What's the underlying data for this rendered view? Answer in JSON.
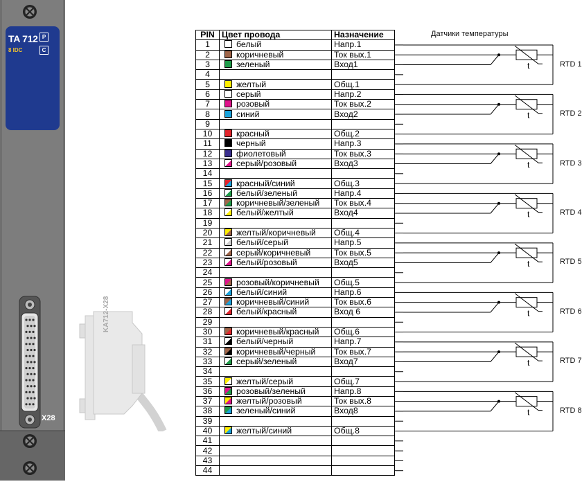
{
  "module": {
    "name": "TA 712",
    "subtitle": "8 IDC",
    "badge_top": "P",
    "badge_bottom": "C",
    "connector_label": "X28"
  },
  "cable_label": "KA712-X28",
  "table": {
    "headers": [
      "PIN",
      "Цвет провода",
      "Назначение"
    ],
    "rows": [
      {
        "pin": "1",
        "color": "белый",
        "func": "Напр.1",
        "swatch": [
          "#ffffff"
        ]
      },
      {
        "pin": "2",
        "color": "коричневый",
        "func": "Ток вых.1",
        "swatch": [
          "#a0664a"
        ]
      },
      {
        "pin": "3",
        "color": "зеленый",
        "func": "Вход1",
        "swatch": [
          "#1f9c4a"
        ]
      },
      {
        "pin": "4",
        "color": "",
        "func": "",
        "swatch": []
      },
      {
        "pin": "5",
        "color": "желтый",
        "func": "Общ.1",
        "swatch": [
          "#ffee00"
        ]
      },
      {
        "pin": "6",
        "color": "серый",
        "func": "Напр.2",
        "swatch": [
          "#ffffff"
        ]
      },
      {
        "pin": "7",
        "color": "розовый",
        "func": "Ток вых.2",
        "swatch": [
          "#e0138c"
        ]
      },
      {
        "pin": "8",
        "color": "синий",
        "func": "Вход2",
        "swatch": [
          "#1aa3dc"
        ]
      },
      {
        "pin": "9",
        "color": "",
        "func": "",
        "swatch": []
      },
      {
        "pin": "10",
        "color": "красный",
        "func": "Общ.2",
        "swatch": [
          "#e3242b"
        ]
      },
      {
        "pin": "11",
        "color": "черный",
        "func": "Напр.3",
        "swatch": [
          "#000000"
        ]
      },
      {
        "pin": "12",
        "color": "фиолетовый",
        "func": "Ток вых.3",
        "swatch": [
          "#3a2f8f"
        ]
      },
      {
        "pin": "13",
        "color": "серый/розовый",
        "func": "Вход3",
        "swatch": [
          "#ffffff",
          "#e0138c"
        ]
      },
      {
        "pin": "14",
        "color": "",
        "func": "",
        "swatch": []
      },
      {
        "pin": "15",
        "color": "красный/синий",
        "func": "Общ.3",
        "swatch": [
          "#e3242b",
          "#1aa3dc"
        ]
      },
      {
        "pin": "16",
        "color": "белый/зеленый",
        "func": "Напр.4",
        "swatch": [
          "#ffffff",
          "#1f9c4a"
        ]
      },
      {
        "pin": "17",
        "color": "коричневый/зеленый",
        "func": "Ток вых.4",
        "swatch": [
          "#a0664a",
          "#1f9c4a"
        ]
      },
      {
        "pin": "18",
        "color": "белый/желтый",
        "func": "Вход4",
        "swatch": [
          "#ffffff",
          "#ffee00"
        ]
      },
      {
        "pin": "19",
        "color": "",
        "func": "",
        "swatch": []
      },
      {
        "pin": "20",
        "color": "желтый/коричневый",
        "func": "Общ.4",
        "swatch": [
          "#ffee00",
          "#a0664a"
        ]
      },
      {
        "pin": "21",
        "color": "белый/серый",
        "func": "Напр.5",
        "swatch": [
          "#ffffff",
          "#cccccc"
        ]
      },
      {
        "pin": "22",
        "color": "серый/коричневый",
        "func": "Ток вых.5",
        "swatch": [
          "#ffffff",
          "#a0664a"
        ]
      },
      {
        "pin": "23",
        "color": "белый/розовый",
        "func": "Вход5",
        "swatch": [
          "#ffffff",
          "#e0138c"
        ]
      },
      {
        "pin": "24",
        "color": "",
        "func": "",
        "swatch": []
      },
      {
        "pin": "25",
        "color": "розовый/коричневый",
        "func": "Общ.5",
        "swatch": [
          "#e0138c",
          "#a0664a"
        ]
      },
      {
        "pin": "26",
        "color": "белый/синий",
        "func": "Напр.6",
        "swatch": [
          "#ffffff",
          "#1aa3dc"
        ]
      },
      {
        "pin": "27",
        "color": "коричневый/синий",
        "func": "Ток вых.6",
        "swatch": [
          "#a0664a",
          "#1aa3dc"
        ]
      },
      {
        "pin": "28",
        "color": "белый/красный",
        "func": "Вход 6",
        "swatch": [
          "#ffffff",
          "#e3242b"
        ]
      },
      {
        "pin": "29",
        "color": "",
        "func": "",
        "swatch": []
      },
      {
        "pin": "30",
        "color": "коричневый/красный",
        "func": "Общ.6",
        "swatch": [
          "#a0664a",
          "#e3242b"
        ]
      },
      {
        "pin": "31",
        "color": "белый/черный",
        "func": "Напр.7",
        "swatch": [
          "#ffffff",
          "#000000"
        ]
      },
      {
        "pin": "32",
        "color": "коричневый/черный",
        "func": "Ток вых.7",
        "swatch": [
          "#a0664a",
          "#000000"
        ]
      },
      {
        "pin": "33",
        "color": "серый/зеленый",
        "func": "Вход7",
        "swatch": [
          "#ffffff",
          "#1f9c4a"
        ]
      },
      {
        "pin": "34",
        "color": "",
        "func": "",
        "swatch": []
      },
      {
        "pin": "35",
        "color": "желтый/серый",
        "func": "Общ.7",
        "swatch": [
          "#ffee00",
          "#ffffff"
        ]
      },
      {
        "pin": "36",
        "color": "розовый/зеленый",
        "func": "Напр.8",
        "swatch": [
          "#e0138c",
          "#1f9c4a"
        ]
      },
      {
        "pin": "37",
        "color": "желтый/розовый",
        "func": "Ток вых.8",
        "swatch": [
          "#ffee00",
          "#e0138c"
        ]
      },
      {
        "pin": "38",
        "color": "зеленый/синий",
        "func": "Вход8",
        "swatch": [
          "#1f9c4a",
          "#1aa3dc"
        ]
      },
      {
        "pin": "39",
        "color": "",
        "func": "",
        "swatch": []
      },
      {
        "pin": "40",
        "color": "желтый/синий",
        "func": "Общ.8",
        "swatch": [
          "#ffee00",
          "#1aa3dc"
        ]
      },
      {
        "pin": "41",
        "color": "",
        "func": "",
        "swatch": []
      },
      {
        "pin": "42",
        "color": "",
        "func": "",
        "swatch": []
      },
      {
        "pin": "43",
        "color": "",
        "func": "",
        "swatch": []
      },
      {
        "pin": "44",
        "color": "",
        "func": "",
        "swatch": []
      }
    ]
  },
  "sensors_title": "Датчики температуры",
  "thermistor_symbol": "t",
  "rtd_labels": [
    "RTD 1",
    "RTD 2",
    "RTD 3",
    "RTD 4",
    "RTD 5",
    "RTD 6",
    "RTD 7",
    "RTD 8"
  ],
  "colors": {
    "module_body": "#6f6f6f",
    "module_panel": "#1f3a8f",
    "badge_text": "#f2c230"
  }
}
